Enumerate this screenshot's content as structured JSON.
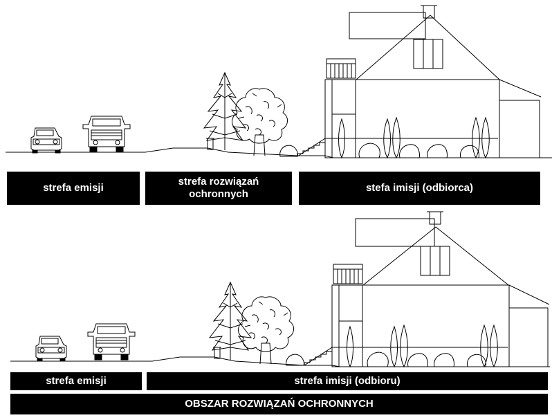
{
  "diagram_1": {
    "zones": {
      "emission": "strefa emisji",
      "protection_line1": "strefa rozwiązań",
      "protection_line2": "ochronnych",
      "immission": "stefa imisji (odbiorca)"
    }
  },
  "diagram_2": {
    "zones": {
      "emission": "strefa emisji",
      "immission": "strefa imisji (odbioru)",
      "protection_area": "OBSZAR ROZWIĄZAŃ OCHRONNYCH"
    }
  },
  "colors": {
    "ink": "#000000",
    "paper": "#ffffff"
  },
  "icons": [
    "car-icon",
    "truck-icon",
    "spruce-tree-icon",
    "deciduous-tree-icon",
    "cypress-icon",
    "shrub-icon",
    "house-icon",
    "stairs-icon",
    "fence-post-icon"
  ]
}
